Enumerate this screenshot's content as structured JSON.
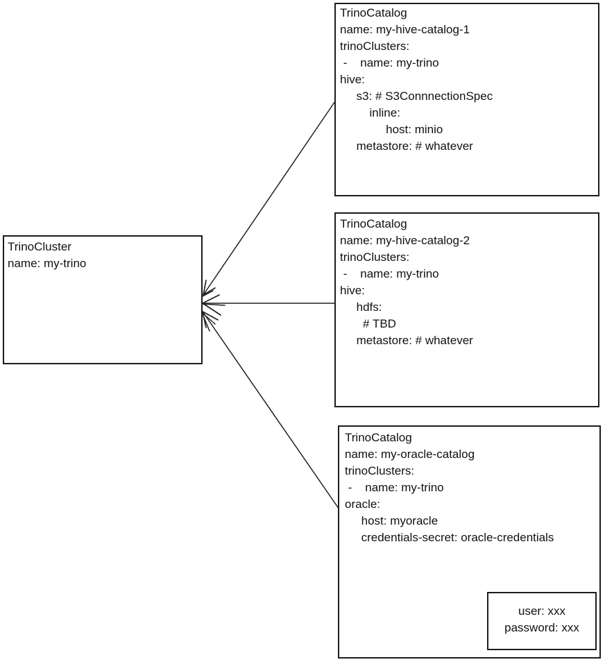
{
  "diagram": {
    "colors": {
      "ink": "#1c1c1c",
      "background": "#ffffff"
    },
    "cluster": {
      "lines": [
        "TrinoCluster",
        "name: my-trino"
      ]
    },
    "catalog1": {
      "lines": [
        "TrinoCatalog",
        "name: my-hive-catalog-1",
        "trinoClusters:",
        " -    name: my-trino",
        "hive:",
        "     s3: # S3ConnnectionSpec",
        "         inline:",
        "              host: minio",
        "     metastore: # whatever"
      ]
    },
    "catalog2": {
      "lines": [
        "TrinoCatalog",
        "name: my-hive-catalog-2",
        "trinoClusters:",
        " -    name: my-trino",
        "hive:",
        "     hdfs:",
        "       # TBD",
        "     metastore: # whatever"
      ]
    },
    "catalog3": {
      "lines": [
        "TrinoCatalog",
        "name: my-oracle-catalog",
        "trinoClusters:",
        " -    name: my-trino",
        "oracle:",
        "     host: myoracle",
        "     credentials-secret: oracle-credentials"
      ]
    },
    "secret": {
      "lines": [
        "user: xxx",
        "password: xxx"
      ]
    }
  }
}
